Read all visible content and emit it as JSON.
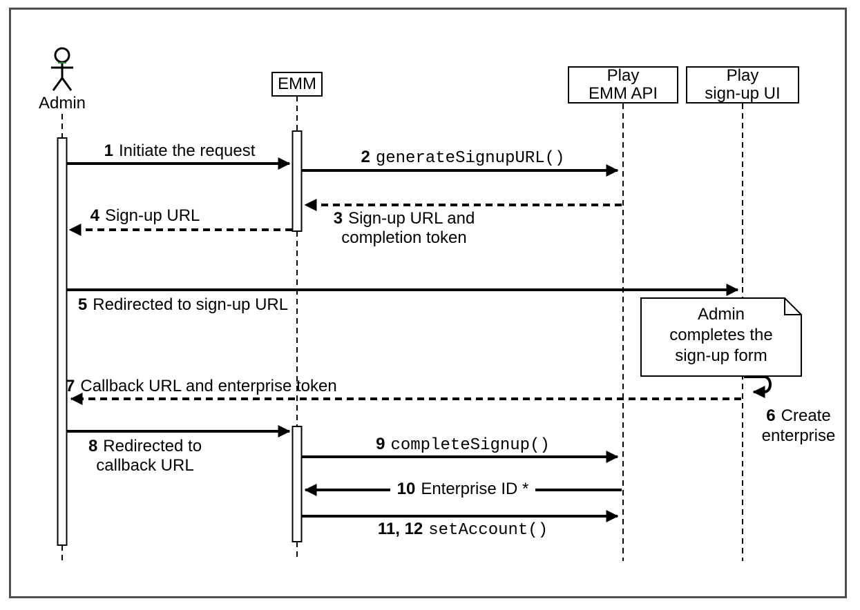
{
  "diagram": {
    "type": "uml-sequence-diagram",
    "participants": {
      "admin": {
        "label": "Admin"
      },
      "emm": {
        "label": "EMM"
      },
      "play_emm_api": {
        "line1": "Play",
        "line2": "EMM API"
      },
      "play_signup_ui": {
        "line1": "Play",
        "line2": "sign-up UI"
      }
    },
    "messages": {
      "m1": {
        "num": "1",
        "text": "Initiate the request"
      },
      "m2": {
        "num": "2",
        "code": "generateSignupURL()"
      },
      "m3": {
        "num": "3",
        "line1": "Sign-up URL and",
        "line2": "completion token"
      },
      "m4": {
        "num": "4",
        "text": "Sign-up URL"
      },
      "m5": {
        "num": "5",
        "text": "Redirected to sign-up URL"
      },
      "m6": {
        "num": "6",
        "line1": "Create",
        "line2": "enterprise"
      },
      "m7": {
        "num": "7",
        "text": "Callback URL and enterprise token"
      },
      "m8": {
        "num": "8",
        "line1": "Redirected to",
        "line2": "callback URL"
      },
      "m9": {
        "num": "9",
        "code": "completeSignup()"
      },
      "m10": {
        "num": "10",
        "text": "Enterprise ID *"
      },
      "m11": {
        "num": "11, 12",
        "code": "setAccount()"
      }
    },
    "note": {
      "line1": "Admin",
      "line2": "completes the",
      "line3": "sign-up form"
    },
    "colors": {
      "line": "#000000",
      "background": "#ffffff",
      "frame": "#4f4f4f",
      "actor_accent": "#2e7d32"
    }
  }
}
